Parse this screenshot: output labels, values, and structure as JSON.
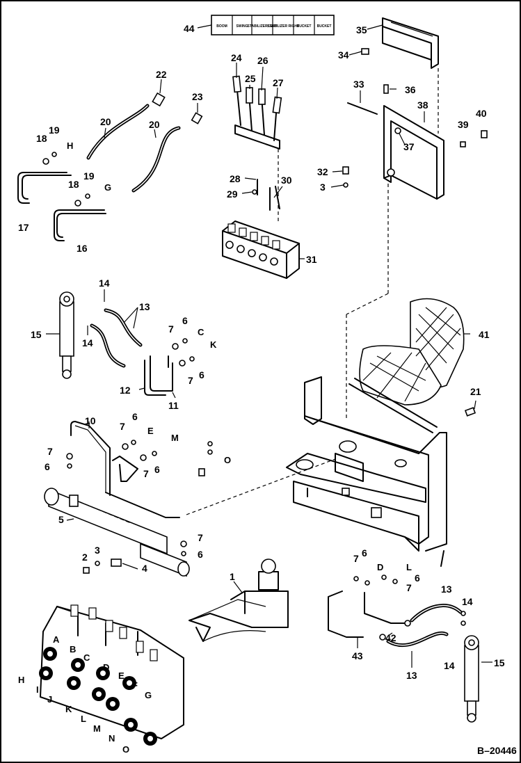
{
  "figure_id": "B–20446",
  "decal_labels": [
    "BOOM",
    "SWING",
    "STABILIZER LEFT",
    "STABILIZER RIGHT",
    "BUCKET",
    "BUCKET"
  ],
  "callouts": [
    {
      "id": "c44",
      "n": "44"
    },
    {
      "id": "c35",
      "n": "35"
    },
    {
      "id": "c34",
      "n": "34"
    },
    {
      "id": "c24",
      "n": "24"
    },
    {
      "id": "c25",
      "n": "25"
    },
    {
      "id": "c26",
      "n": "26"
    },
    {
      "id": "c27",
      "n": "27"
    },
    {
      "id": "c22",
      "n": "22"
    },
    {
      "id": "c23",
      "n": "23"
    },
    {
      "id": "c20a",
      "n": "20"
    },
    {
      "id": "c20b",
      "n": "20"
    },
    {
      "id": "c18a",
      "n": "18"
    },
    {
      "id": "c19a",
      "n": "19"
    },
    {
      "id": "c18b",
      "n": "18"
    },
    {
      "id": "c19b",
      "n": "19"
    },
    {
      "id": "c17",
      "n": "17"
    },
    {
      "id": "c16",
      "n": "16"
    },
    {
      "id": "c33",
      "n": "33"
    },
    {
      "id": "c36",
      "n": "36"
    },
    {
      "id": "c38",
      "n": "38"
    },
    {
      "id": "c37",
      "n": "37"
    },
    {
      "id": "c39",
      "n": "39"
    },
    {
      "id": "c40",
      "n": "40"
    },
    {
      "id": "c32",
      "n": "32"
    },
    {
      "id": "c3a",
      "n": "3"
    },
    {
      "id": "c28",
      "n": "28"
    },
    {
      "id": "c29",
      "n": "29"
    },
    {
      "id": "c30",
      "n": "30"
    },
    {
      "id": "c31",
      "n": "31"
    },
    {
      "id": "c14a",
      "n": "14"
    },
    {
      "id": "c13a",
      "n": "13"
    },
    {
      "id": "c15a",
      "n": "15"
    },
    {
      "id": "c14b",
      "n": "14"
    },
    {
      "id": "c7a",
      "n": "7"
    },
    {
      "id": "c6a",
      "n": "6"
    },
    {
      "id": "c7b",
      "n": "7"
    },
    {
      "id": "c6b",
      "n": "6"
    },
    {
      "id": "c12",
      "n": "12"
    },
    {
      "id": "c11",
      "n": "11"
    },
    {
      "id": "c41",
      "n": "41"
    },
    {
      "id": "c21",
      "n": "21"
    },
    {
      "id": "c10",
      "n": "10"
    },
    {
      "id": "c7c",
      "n": "7"
    },
    {
      "id": "c6c",
      "n": "6"
    },
    {
      "id": "c7d",
      "n": "7"
    },
    {
      "id": "c6d",
      "n": "6"
    },
    {
      "id": "c7e",
      "n": "7"
    },
    {
      "id": "c6e",
      "n": "6"
    },
    {
      "id": "c5",
      "n": "5"
    },
    {
      "id": "c3b",
      "n": "3"
    },
    {
      "id": "c2",
      "n": "2"
    },
    {
      "id": "c4",
      "n": "4"
    },
    {
      "id": "c7f",
      "n": "7"
    },
    {
      "id": "c6f",
      "n": "6"
    },
    {
      "id": "c1",
      "n": "1"
    },
    {
      "id": "c7g",
      "n": "7"
    },
    {
      "id": "c6g",
      "n": "6"
    },
    {
      "id": "c6h",
      "n": "6"
    },
    {
      "id": "c7h",
      "n": "7"
    },
    {
      "id": "c13b",
      "n": "13"
    },
    {
      "id": "c14c",
      "n": "14"
    },
    {
      "id": "c43",
      "n": "43"
    },
    {
      "id": "c42",
      "n": "42"
    },
    {
      "id": "c13c",
      "n": "13"
    },
    {
      "id": "c14d",
      "n": "14"
    },
    {
      "id": "c15b",
      "n": "15"
    }
  ],
  "port_letters": [
    {
      "id": "lH1",
      "t": "H"
    },
    {
      "id": "lG1",
      "t": "G"
    },
    {
      "id": "lC1",
      "t": "C"
    },
    {
      "id": "lK1",
      "t": "K"
    },
    {
      "id": "lE1",
      "t": "E"
    },
    {
      "id": "lM1",
      "t": "M"
    },
    {
      "id": "lO1",
      "t": "O"
    },
    {
      "id": "lD1",
      "t": "D"
    },
    {
      "id": "lL1",
      "t": "L"
    },
    {
      "id": "lA2",
      "t": "A"
    },
    {
      "id": "lB2",
      "t": "B"
    },
    {
      "id": "lC2",
      "t": "C"
    },
    {
      "id": "lD2",
      "t": "D"
    },
    {
      "id": "lE2",
      "t": "E"
    },
    {
      "id": "lF2",
      "t": "F"
    },
    {
      "id": "lG2",
      "t": "G"
    },
    {
      "id": "lH2",
      "t": "H"
    },
    {
      "id": "lI2",
      "t": "I"
    },
    {
      "id": "lJ2",
      "t": "J"
    },
    {
      "id": "lK2",
      "t": "K"
    },
    {
      "id": "lL2",
      "t": "L"
    },
    {
      "id": "lM2",
      "t": "M"
    },
    {
      "id": "lN2",
      "t": "N"
    },
    {
      "id": "lO2",
      "t": "O"
    }
  ]
}
